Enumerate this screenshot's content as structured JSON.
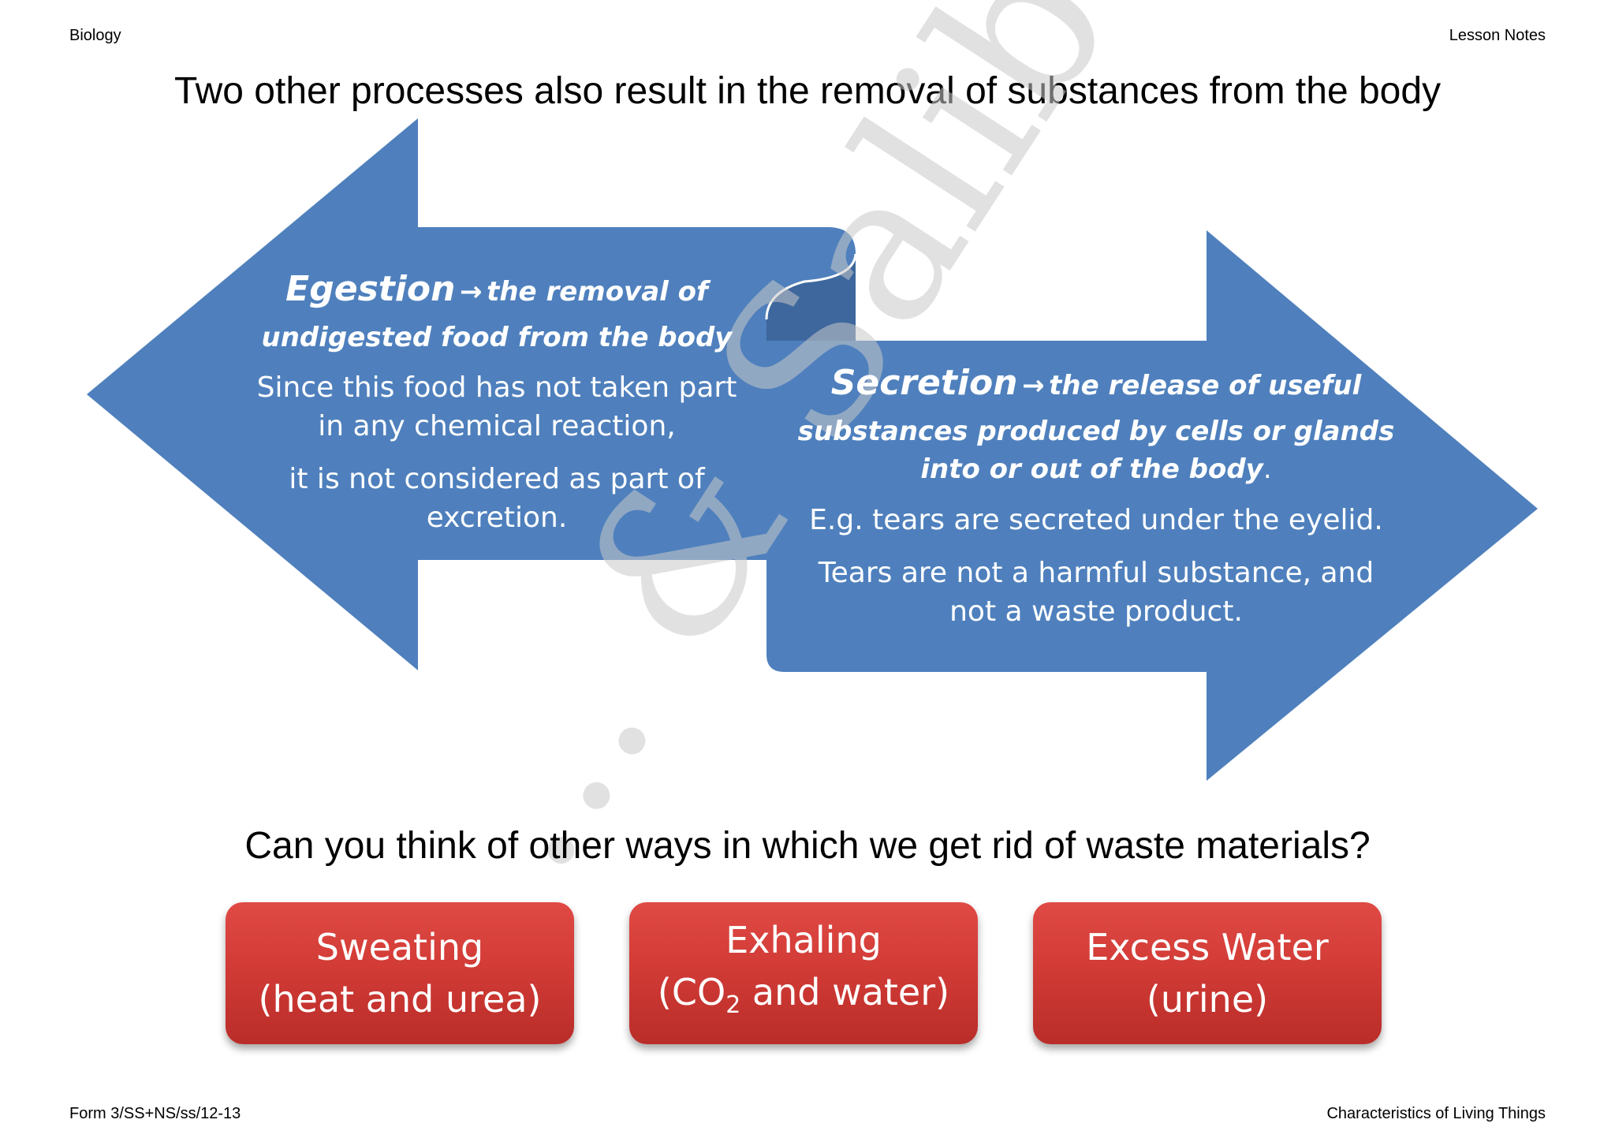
{
  "header": {
    "subject": "Biology",
    "doc_type": "Lesson Notes"
  },
  "footer": {
    "code": "Form 3/SS+NS/ss/12-13",
    "topic": "Characteristics of Living Things"
  },
  "title": "Two other processes also result in the removal of substances from the body",
  "egestion": {
    "term": "Egestion",
    "def_line1": "the removal of",
    "def_line2": "undigested food from the body",
    "body_line1": "Since this food has not taken part",
    "body_line2": "in any chemical reaction,",
    "body_line3": "it is not considered as part of",
    "body_line4": "excretion."
  },
  "secretion": {
    "term": "Secretion",
    "def_line1": "the release of useful",
    "def_line2": "substances produced by cells or glands",
    "def_line3": "into or out of the body",
    "def_end": ".",
    "body_line1": "E.g. tears are secreted under the eyelid.",
    "body_line2": "Tears are not a harmful substance, and",
    "body_line3": "not a waste product."
  },
  "arrow_symbol": "→",
  "question": "Can you think of other ways in which we get rid of waste materials?",
  "buttons": [
    {
      "line1": "Sweating",
      "line2": "(heat and urea)"
    },
    {
      "line1": "Exhaling",
      "line2_pre": "(CO",
      "line2_sub": "2",
      "line2_post": " and water)"
    },
    {
      "line1": "Excess Water",
      "line2": "(urine)"
    }
  ],
  "watermark": "... & Saliberri",
  "colors": {
    "arrow_blue": "#4f80bd",
    "button_red": "#d23b36",
    "fold_dark": "#3d679d"
  }
}
